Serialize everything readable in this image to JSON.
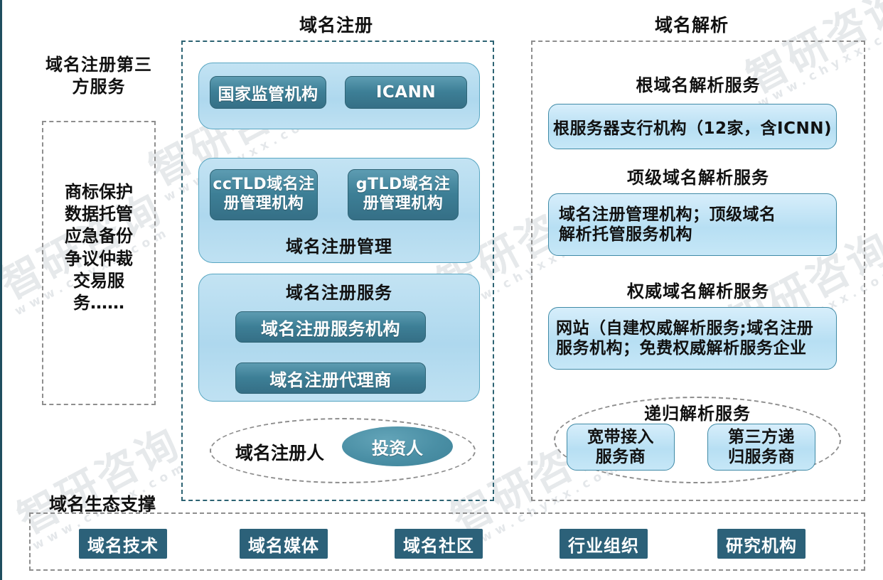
{
  "titles": {
    "registration": "域名注册",
    "resolution": "域名解析",
    "third_party_service": "域名注册第三方服务",
    "ecosystem_support": "域名生态支撑"
  },
  "third_party": {
    "items_text": "商标保护\n数据托管\n应急备份\n争议仲裁\n交易服\n务……"
  },
  "registration": {
    "regulator_panel": {
      "national_regulator": "国家监管机构",
      "icann": "ICANN"
    },
    "registry_panel": {
      "cctld": "ccTLD域名注\n册管理机构",
      "gtld": "gTLD域名注\n册管理机构",
      "label": "域名注册管理"
    },
    "registrar_panel": {
      "label": "域名注册服务",
      "registrar": "域名注册服务机构",
      "reseller": "域名注册代理商"
    },
    "registrant_group": {
      "registrant": "域名注册人",
      "investor": "投资人"
    }
  },
  "resolution": {
    "root": {
      "label": "根域名解析服务",
      "box": "根服务器支行机构（12家，含ICNN)"
    },
    "tld": {
      "label": "项级域名解析服务",
      "box": "域名注册管理机构；顶级域名\n解析托管服务机构"
    },
    "authoritative": {
      "label": "权威域名解析服务",
      "box": "网站（自建权威解析服务;域名注册\n服务机构；免费权威解析服务企业"
    },
    "recursive": {
      "label": "递归解析服务",
      "broadband": "宽带接入\n服务商",
      "third_party": "第三方递\n归服务商"
    }
  },
  "ecosystem": {
    "items": [
      "域名技术",
      "域名媒体",
      "域名社区",
      "行业组织",
      "研究机构"
    ]
  },
  "watermarks": {
    "brand": "智研咨询",
    "site": "www.chyxx.com"
  },
  "colors": {
    "dark_teal": "#3d7f96",
    "panel_blue": "#aed8ee",
    "navy": "#2c6179",
    "dash_teal": "#2d6373",
    "dash_gray": "#8e8e8e"
  }
}
